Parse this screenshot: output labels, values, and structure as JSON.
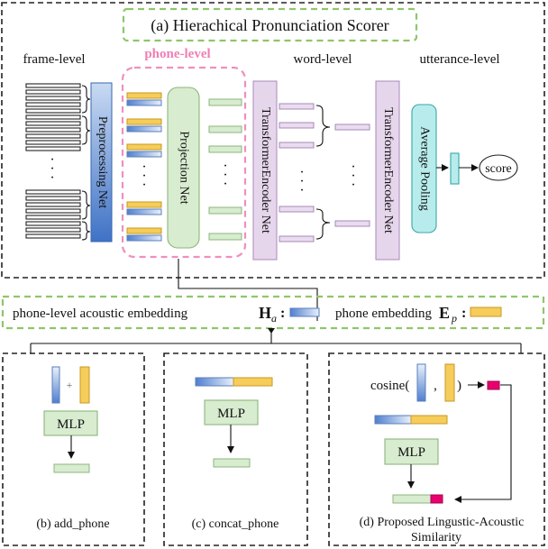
{
  "title": "(a) Hierachical Pronunciation Scorer",
  "levels": {
    "frame": "frame-level",
    "phone": "phone-level",
    "word": "word-level",
    "utterance": "utterance-level"
  },
  "modules": {
    "preprocessing": "Preprocessing Net",
    "projection": "Projection Net",
    "transformer_1": "TransformerEncoder Net",
    "transformer_2": "TransformerEncoder Net",
    "pooling": "Average Pooling",
    "score": "score"
  },
  "ellipsis": "·",
  "legend": {
    "acoustic_label": "phone-level acoustic embedding",
    "acoustic_symbol": "H",
    "acoustic_sub": "a",
    "phone_label": "phone embedding",
    "phone_symbol": "E",
    "phone_sub": "p",
    "colon": ":"
  },
  "panels": {
    "add": {
      "caption": "(b) add_phone",
      "plus": "+",
      "mlp": "MLP"
    },
    "concat": {
      "caption": "(c) concat_phone",
      "mlp": "MLP"
    },
    "similarity": {
      "caption_line1": "(d) Proposed Lingustic-Acoustic",
      "caption_line2": "Similarity",
      "cosine": "cosine(",
      "comma": ",",
      "close": ")",
      "mlp": "MLP"
    }
  },
  "colors": {
    "blue_dark": "#4f7fcf",
    "blue_light": "#e8f0fb",
    "yellow": "#f6cc5a",
    "green": "#d8ecd0",
    "purple": "#e6d6ec",
    "teal": "#b8ecec",
    "magenta": "#e8006e",
    "pink_dashed": "#ef8fbf",
    "green_dashed": "#8fc56b"
  }
}
